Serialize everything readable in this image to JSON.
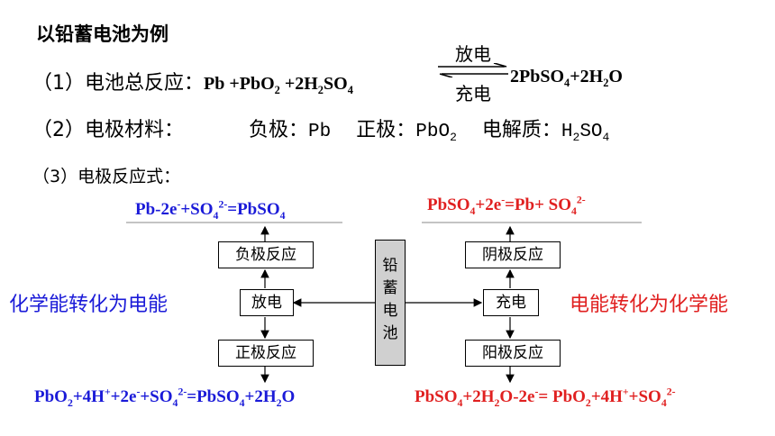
{
  "title": "以铅蓄电池为例",
  "line1": {
    "prefix": "（1）电池总反应：",
    "reactants_html": "Pb +PbO<sub>2</sub> +2H<sub>2</sub>SO<sub>4</sub>",
    "arrow_top": "放电",
    "arrow_bottom": "充电",
    "products_html": "2PbSO<sub>4</sub>+2H<sub>2</sub>O"
  },
  "line2": {
    "prefix": "（2）电极材料：",
    "neg_label": "负极：",
    "neg_value": "Pb",
    "pos_label": "正极：",
    "pos_value_html": "PbO<sub>2</sub>",
    "electrolyte_label": "电解质：",
    "electrolyte_value_html": "H<sub>2</sub>SO<sub>4</sub>"
  },
  "line3": "（3）电极反应式：",
  "left": {
    "energy": "化学能转化为电能",
    "top_formula_html": "Pb-2e<sup>-</sup>+SO<sub>4</sub><sup>2-</sup>=PbSO<sub>4</sub>",
    "bottom_formula_html": "PbO<sub>2</sub>+4H<sup>+</sup>+2e<sup>-</sup>+SO<sub>4</sub><sup>2-</sup>=PbSO<sub>4</sub>+2H<sub>2</sub>O",
    "box_top": "负极反应",
    "box_mid": "放电",
    "box_bottom": "正极反应"
  },
  "right": {
    "energy": "电能转化为化学能",
    "top_formula_html": "PbSO<sub>4</sub>+2e<sup>-</sup>=Pb+ SO<sub>4</sub><sup>2-</sup>",
    "bottom_formula_html": "PbSO<sub>4</sub>+2H<sub>2</sub>O-2e<sup>-</sup>= PbO<sub>2</sub>+4H<sup>+</sup>+SO<sub>4</sub><sup>2-</sup>",
    "box_top": "阴极反应",
    "box_mid": "充电",
    "box_bottom": "阳极反应"
  },
  "center": [
    "铅",
    "蓄",
    "电",
    "池"
  ],
  "colors": {
    "blue": "#1a1ad8",
    "red": "#e02020"
  }
}
